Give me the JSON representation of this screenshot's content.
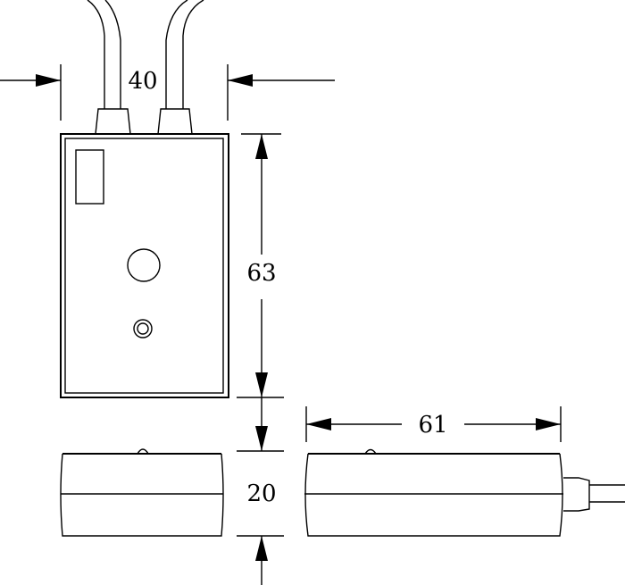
{
  "dimensions": {
    "width": "40",
    "height": "63",
    "depth": "20",
    "length": "61"
  },
  "colors": {
    "line": "#000000",
    "background": "#ffffff"
  }
}
